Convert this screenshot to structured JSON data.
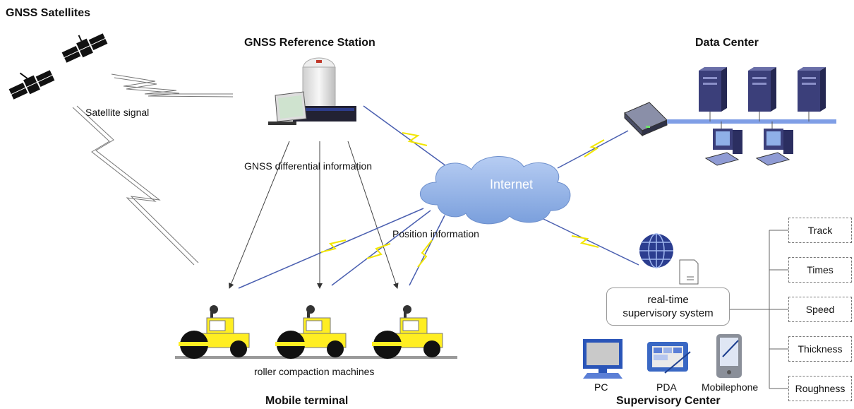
{
  "titles": {
    "gnss_satellites": "GNSS Satellites",
    "reference_station": "GNSS Reference Station",
    "data_center": "Data Center",
    "mobile_terminal": "Mobile terminal",
    "supervisory_center": "Supervisory Center"
  },
  "labels": {
    "satellite_signal": "Satellite signal",
    "differential_info": "GNSS differential information",
    "internet": "Internet",
    "position_info": "Position information",
    "machines": "roller compaction machines",
    "realtime_line1": "real-time",
    "realtime_line2": "supervisory system"
  },
  "metrics": [
    "Track",
    "Times",
    "Speed",
    "Thickness",
    "Roughness"
  ],
  "devices": {
    "pc": "PC",
    "pda": "PDA",
    "mobilephone": "Mobilephone"
  },
  "colors": {
    "cloud": "#8aaee0",
    "link_blue": "#4a5fb0",
    "link_yellow": "#f2e600",
    "roller_yellow": "#ffee22",
    "server": "#3b3f7a",
    "network_bar": "#7f9ee6"
  }
}
